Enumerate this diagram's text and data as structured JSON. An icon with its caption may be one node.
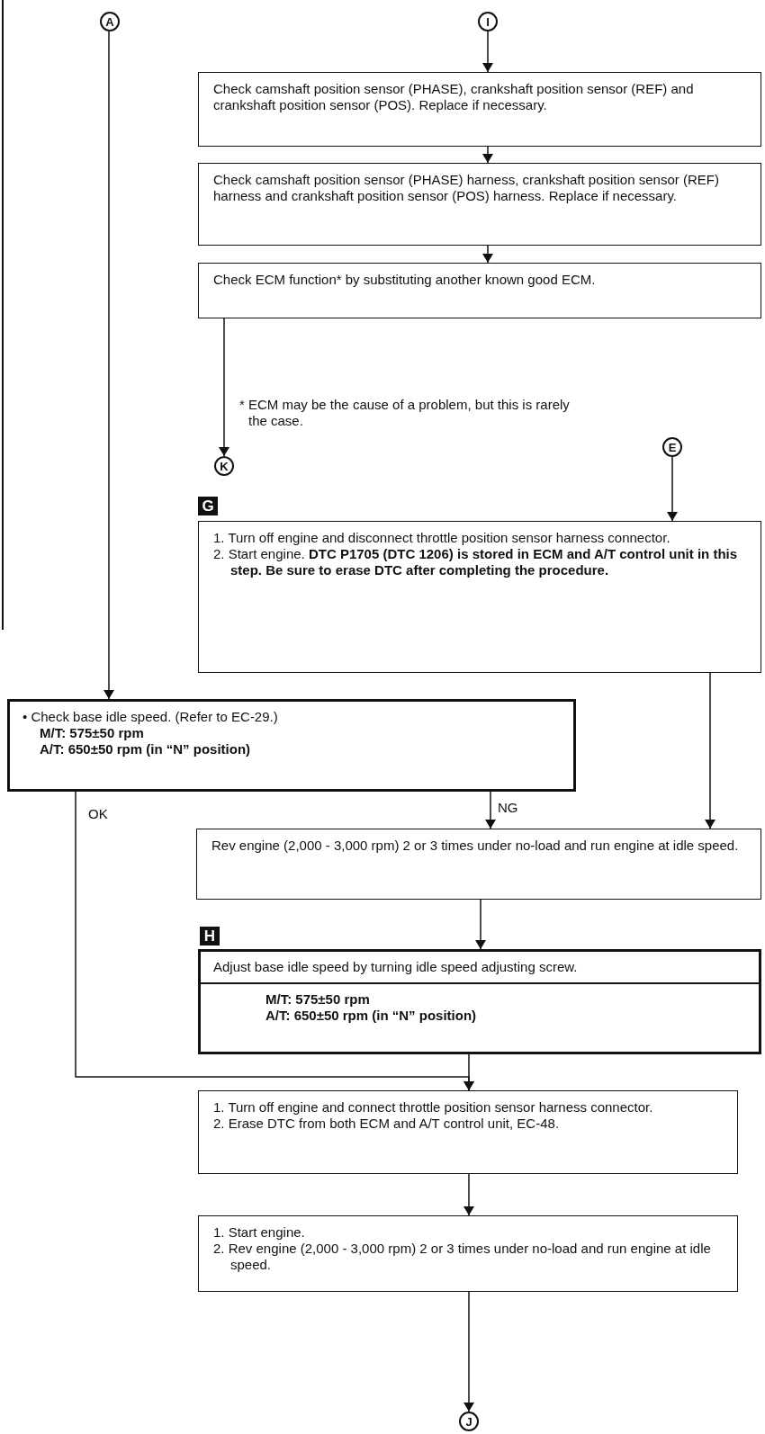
{
  "diagram": {
    "nodes": [
      {
        "text": [
          "A"
        ]
      },
      {
        "text": [
          "I"
        ]
      },
      {
        "text": [
          "Check camshaft position sensor (PHASE), crankshaft position sensor (REF) and crankshaft position sensor (POS). Replace if necessary."
        ]
      },
      {
        "text": [
          "Check camshaft position sensor (PHASE) harness, crankshaft position sensor (REF) harness and crankshaft position sensor (POS) harness. Replace if necessary."
        ]
      },
      {
        "text": [
          "Check ECM function* by substituting another known good ECM."
        ]
      },
      {
        "text": [
          "K"
        ]
      },
      {
        "text": [
          "E"
        ]
      },
      {
        "text": [
          "G",
          "1. Turn off engine and disconnect throttle position sensor harness connector.",
          "2. Start engine. **DTC P1705 (DTC 1206) is stored in ECM and A/T control unit in this step. Be sure to erase DTC after completing the procedure.**"
        ]
      },
      {
        "text": [
          "• Check base idle speed. (Refer to EC-29.)",
          "M/T: 575±50 rpm",
          "A/T: 650±50 rpm (in “N” position)"
        ]
      },
      {
        "text": [
          "Rev engine (2,000 - 3,000 rpm) 2 or 3 times under no-load and run engine at idle speed."
        ]
      },
      {
        "text": [
          "H",
          "Adjust base idle speed by turning idle speed adjusting screw.",
          "M/T: 575±50 rpm",
          "A/T: 650±50 rpm (in “N” position)"
        ]
      },
      {
        "text": [
          "1. Turn off engine and connect throttle position sensor harness connector.",
          "2. Erase DTC from both ECM and A/T control unit, EC-48."
        ]
      },
      {
        "text": [
          "1. Start engine.",
          "2. Rev engine (2,000 - 3,000 rpm) 2 or 3 times under no-load and run engine at idle speed."
        ]
      },
      {
        "text": [
          "J"
        ]
      }
    ],
    "edges": [
      {
        "from": 0,
        "to": 8,
        "arrow": "to"
      },
      {
        "from": 1,
        "to": 2,
        "arrow": "to"
      },
      {
        "from": 2,
        "to": 3,
        "arrow": "to"
      },
      {
        "from": 3,
        "to": 4,
        "arrow": "to"
      },
      {
        "from": 4,
        "to": 5,
        "arrow": "to"
      },
      {
        "from": 6,
        "to": 7,
        "arrow": "to"
      },
      {
        "from": 7,
        "to": 9,
        "arrow": "to"
      },
      {
        "from": 8,
        "to": 9,
        "arrow": "to",
        "label": "NG"
      },
      {
        "from": 8,
        "to": 11,
        "arrow": "to",
        "label": "OK"
      },
      {
        "from": 9,
        "to": 10,
        "arrow": "to"
      },
      {
        "from": 10,
        "to": 11,
        "arrow": "to"
      },
      {
        "from": 11,
        "to": 12,
        "arrow": "to"
      },
      {
        "from": 12,
        "to": 13,
        "arrow": "to"
      }
    ],
    "labels": [
      "* ECM may be the cause of a problem, but this is rarely the case."
    ]
  }
}
